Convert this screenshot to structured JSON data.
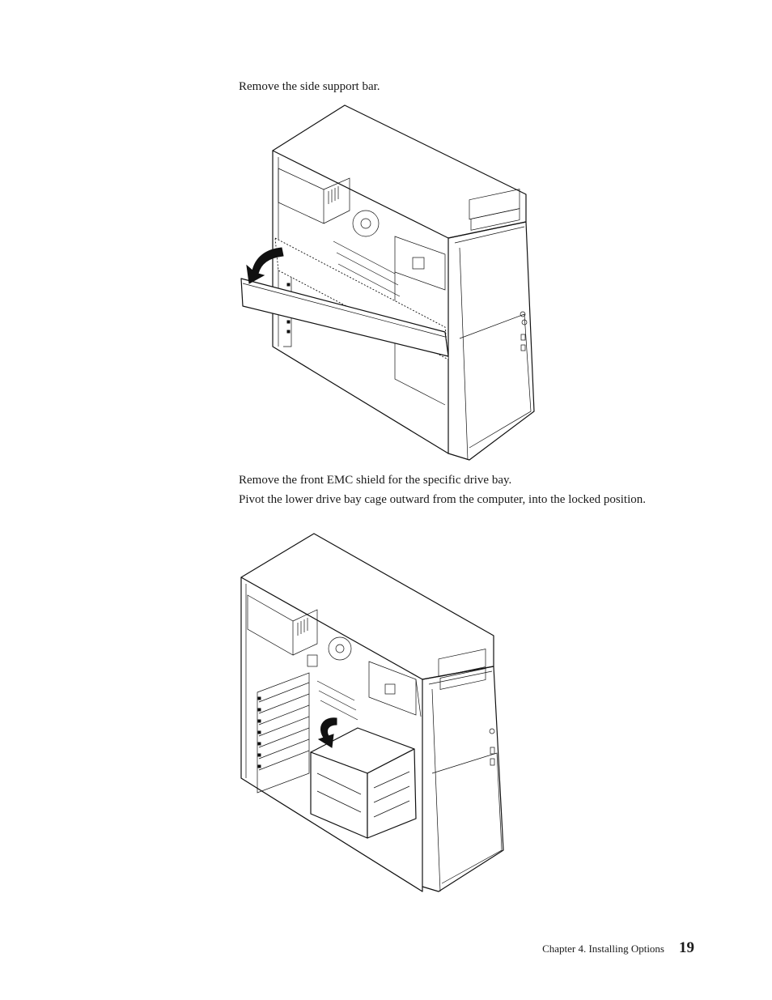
{
  "steps": {
    "remove_support_bar": "Remove the side support bar.",
    "remove_emc_shield": "Remove the front EMC shield for the specific drive bay.",
    "pivot_drive_cage": "Pivot the lower drive bay cage outward from the computer, into the locked position."
  },
  "footer": {
    "chapter": "Chapter 4. Installing Options",
    "page_number": "19"
  }
}
